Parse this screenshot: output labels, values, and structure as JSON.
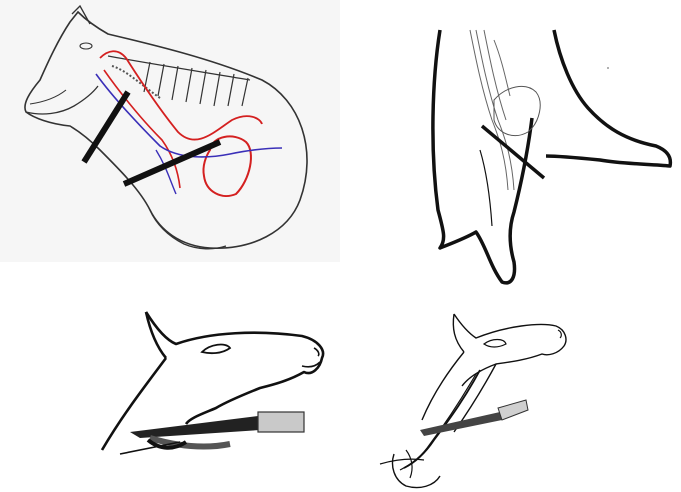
{
  "figure": {
    "panels": [
      {
        "id": "anatomy-overview",
        "elements": [
          "spine",
          "heart",
          "artery",
          "vein",
          "trachea",
          "incision-line-upper",
          "incision-line-lower"
        ]
      },
      {
        "id": "chest-entry",
        "elements": [
          "thoracic-inlet",
          "foreleg",
          "incision-line"
        ]
      },
      {
        "id": "neck-cut",
        "elements": [
          "head-outline",
          "knife"
        ]
      },
      {
        "id": "neck-stick",
        "elements": [
          "head-outline",
          "knife",
          "vessels"
        ]
      }
    ],
    "colors": {
      "outline": "#222222",
      "artery": "#d42020",
      "vein": "#3a2fb8",
      "incision": "#111111",
      "background-top-left": "#f6f6f6"
    }
  }
}
